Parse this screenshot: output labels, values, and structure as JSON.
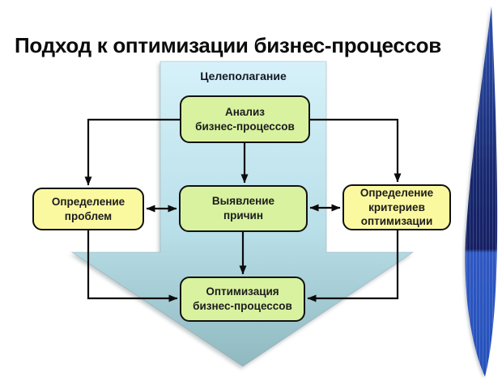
{
  "title": "Подход к оптимизации бизнес-процессов",
  "funnel": {
    "label": "Целеполагание"
  },
  "nodes": {
    "analysis": {
      "label": "Анализ\nбизнес-процессов"
    },
    "problems": {
      "label": "Определение\nпроблем"
    },
    "causes": {
      "label": "Выявление\nпричин"
    },
    "criteria": {
      "label": "Определение\nкритериев\nоптимизации"
    },
    "optimization": {
      "label": "Оптимизация\nбизнес-процессов"
    }
  },
  "colors": {
    "node_green": "#d8f2a0",
    "node_yellow": "#fbf9a0",
    "node_border": "#111111",
    "arrow_top": "#d6f1f9",
    "arrow_mid": "#b9dfe9",
    "arrow_bottom": "#8fb8bf",
    "connector": "#0b0b0b",
    "accent_blue_light": "#2e51b0",
    "accent_blue_dark": "#121f63"
  }
}
